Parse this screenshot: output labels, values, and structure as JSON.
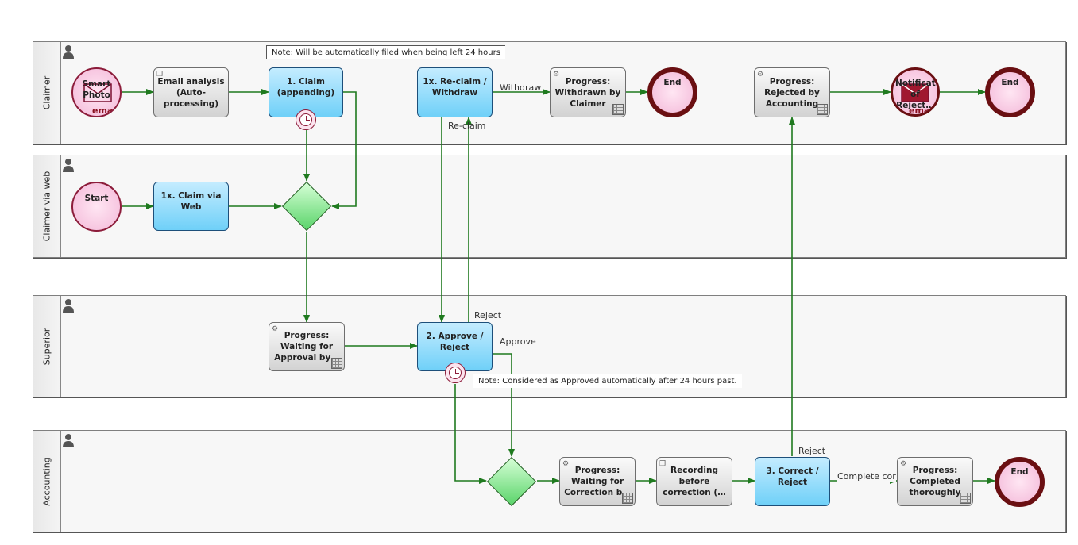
{
  "lanes": [
    {
      "id": "claimer",
      "label": "Claimer"
    },
    {
      "id": "claimer_web",
      "label": "Claimer via web"
    },
    {
      "id": "superior",
      "label": "Superior"
    },
    {
      "id": "accounting",
      "label": "Accounting"
    }
  ],
  "nodes": {
    "smart_photo": {
      "label": "Smart Photo",
      "badge": "email"
    },
    "email_analysis": {
      "label": "Email analysis (Auto-processing)"
    },
    "claim_appending": {
      "label": "1. Claim (appending)"
    },
    "reclaim_withdraw": {
      "label": "1x. Re-claim / Withdraw"
    },
    "progress_withdrawn": {
      "label": "Progress: Withdrawn by Claimer"
    },
    "end_withdraw": {
      "label": "End"
    },
    "progress_rejected_acct": {
      "label": "Progress: Rejected by Accounting"
    },
    "notification_reject": {
      "label": "Notification of Reject…",
      "badge": "email"
    },
    "end_reject": {
      "label": "End"
    },
    "start_web": {
      "label": "Start"
    },
    "claim_via_web": {
      "label": "1x. Claim via Web"
    },
    "progress_waiting_approval": {
      "label": "Progress: Waiting for Approval by…"
    },
    "approve_reject": {
      "label": "2. Approve / Reject"
    },
    "progress_waiting_correction": {
      "label": "Progress: Waiting for Correction b…"
    },
    "recording_before_correction": {
      "label": "Recording before correction (…"
    },
    "correct_reject": {
      "label": "3. Correct / Reject"
    },
    "progress_completed": {
      "label": "Progress: Completed thoroughly"
    },
    "end_complete": {
      "label": "End"
    }
  },
  "notes": {
    "auto_file": "Note: Will be automatically filed when being left 24 hours",
    "auto_approve": "Note: Considered as Approved automatically after 24 hours past."
  },
  "edge_labels": {
    "withdraw": "Withdraw",
    "reclaim": "Re-claim",
    "reject_superior": "Reject",
    "approve": "Approve",
    "reject_accounting": "Reject",
    "complete_correction": "Complete cor"
  },
  "colors": {
    "edge": "#1f7a1f",
    "human_task": "#6fd0f8",
    "system_task": "#d2d2d2",
    "event_border": "#6a0f12",
    "gateway": "#5ad46a"
  }
}
